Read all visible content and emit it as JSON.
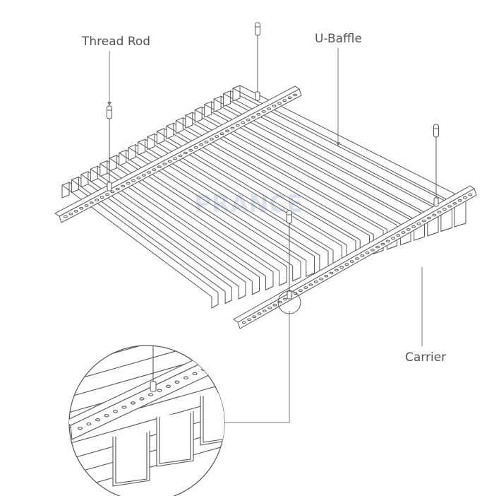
{
  "labels": {
    "thread_rod": "Thread Rod",
    "u_baffle": "U-Baffle",
    "carrier": "Carrier"
  },
  "watermark": {
    "brand": "PRANCE"
  },
  "colors": {
    "line": "#555555",
    "light": "#888888",
    "background": "#ffffff",
    "watermark": "#dde3ee"
  }
}
